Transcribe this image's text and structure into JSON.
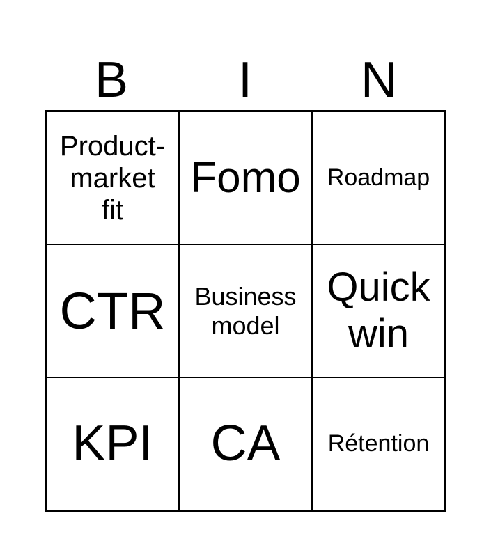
{
  "header": [
    "B",
    "I",
    "N"
  ],
  "cells": [
    {
      "text": "Product-\nmarket\nfit",
      "size": 40
    },
    {
      "text": "Fomo",
      "size": 62
    },
    {
      "text": "Roadmap",
      "size": 34
    },
    {
      "text": "CTR",
      "size": 74
    },
    {
      "text": "Business\nmodel",
      "size": 36
    },
    {
      "text": "Quick\nwin",
      "size": 58
    },
    {
      "text": "KPI",
      "size": 72
    },
    {
      "text": "CA",
      "size": 72
    },
    {
      "text": "Rétention",
      "size": 34
    }
  ]
}
